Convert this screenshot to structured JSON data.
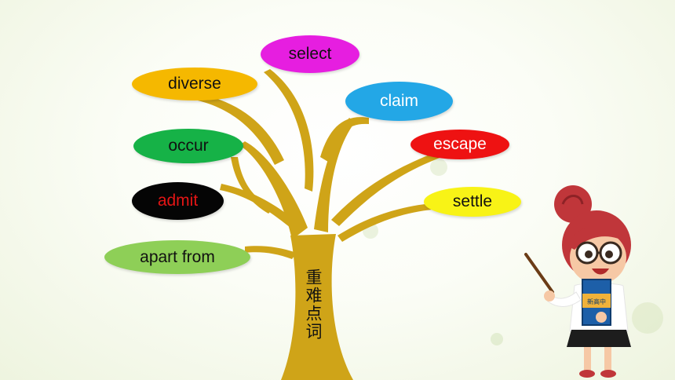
{
  "slide": {
    "trunk_label": "重难点词",
    "words": {
      "select": "select",
      "diverse": "diverse",
      "claim": "claim",
      "occur": "occur",
      "escape": "escape",
      "admit": "admit",
      "settle": "settle",
      "apart_from": "apart from"
    },
    "colors": {
      "tree": "#cfa418",
      "select": "#e61ee0",
      "diverse": "#f5b800",
      "claim": "#23a7e6",
      "occur": "#16b247",
      "escape": "#ee1212",
      "admit": "#050505",
      "admit_text": "#e31515",
      "settle": "#f8f316",
      "apart_from": "#8ecf57"
    },
    "illustration": {
      "book_title": "新高中"
    }
  }
}
